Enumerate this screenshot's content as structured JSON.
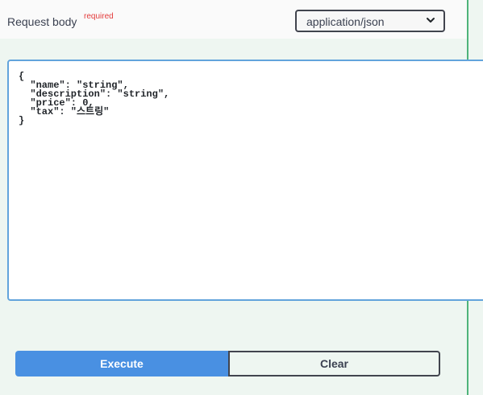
{
  "request_body": {
    "title": "Request body",
    "required_label": "required",
    "content_type": {
      "selected": "application/json",
      "icon": "chevron-down-icon"
    }
  },
  "editor": {
    "value": "{\n  \"name\": \"string\",\n  \"description\": \"string\",\n  \"price\": 0,\n  \"tax\": \"스트링\"\n}"
  },
  "actions": {
    "execute_label": "Execute",
    "clear_label": "Clear"
  },
  "colors": {
    "accent_blue": "#4990e2",
    "required_red": "#e33b3b",
    "panel_green": "#eef6f1",
    "rule_green": "#4fb37a"
  }
}
